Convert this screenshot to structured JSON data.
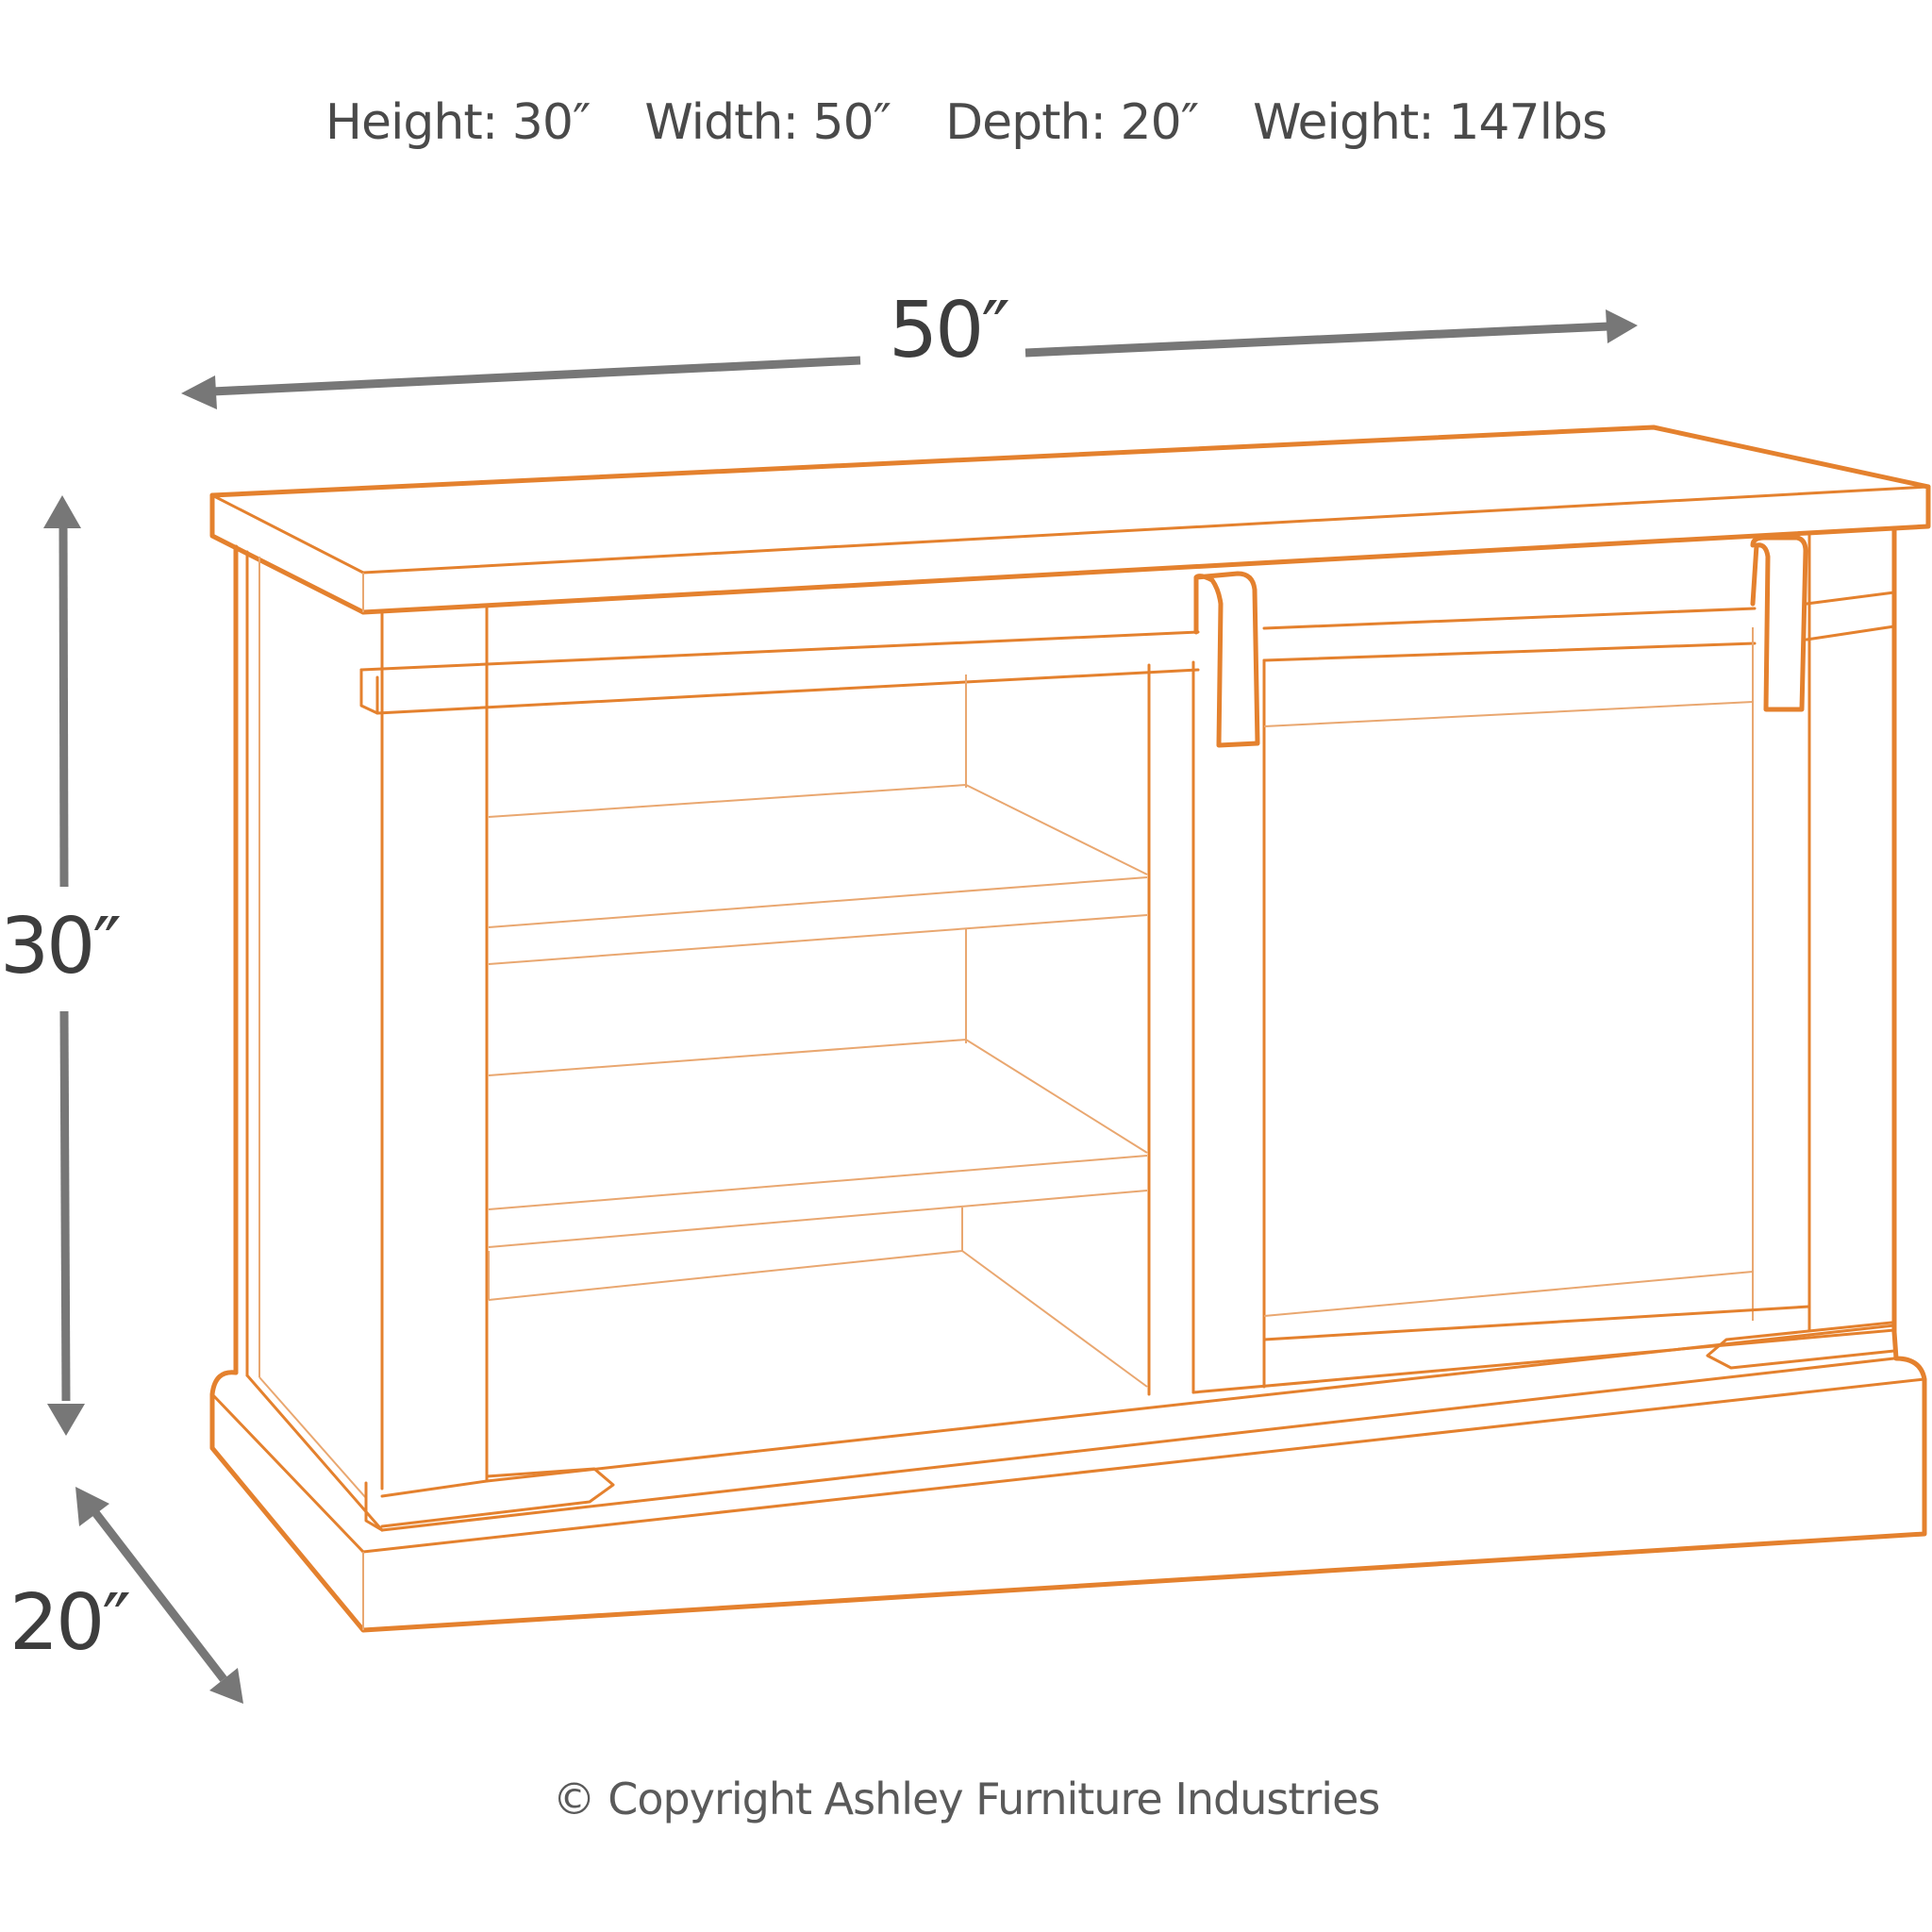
{
  "specs": {
    "height": "Height: 30″",
    "width": "Width: 50″",
    "depth": "Depth: 20″",
    "weight": "Weight: 147lbs"
  },
  "dimensions": {
    "width_label": "50″",
    "height_label": "30″",
    "depth_label": "20″"
  },
  "product": {
    "illustration": "TV stand / console with open shelving on the left and a sliding barn door on the right",
    "line_color": "#e4812e",
    "arrow_color": "#777777"
  },
  "footer": {
    "copyright": "© Copyright Ashley Furniture Industries"
  }
}
